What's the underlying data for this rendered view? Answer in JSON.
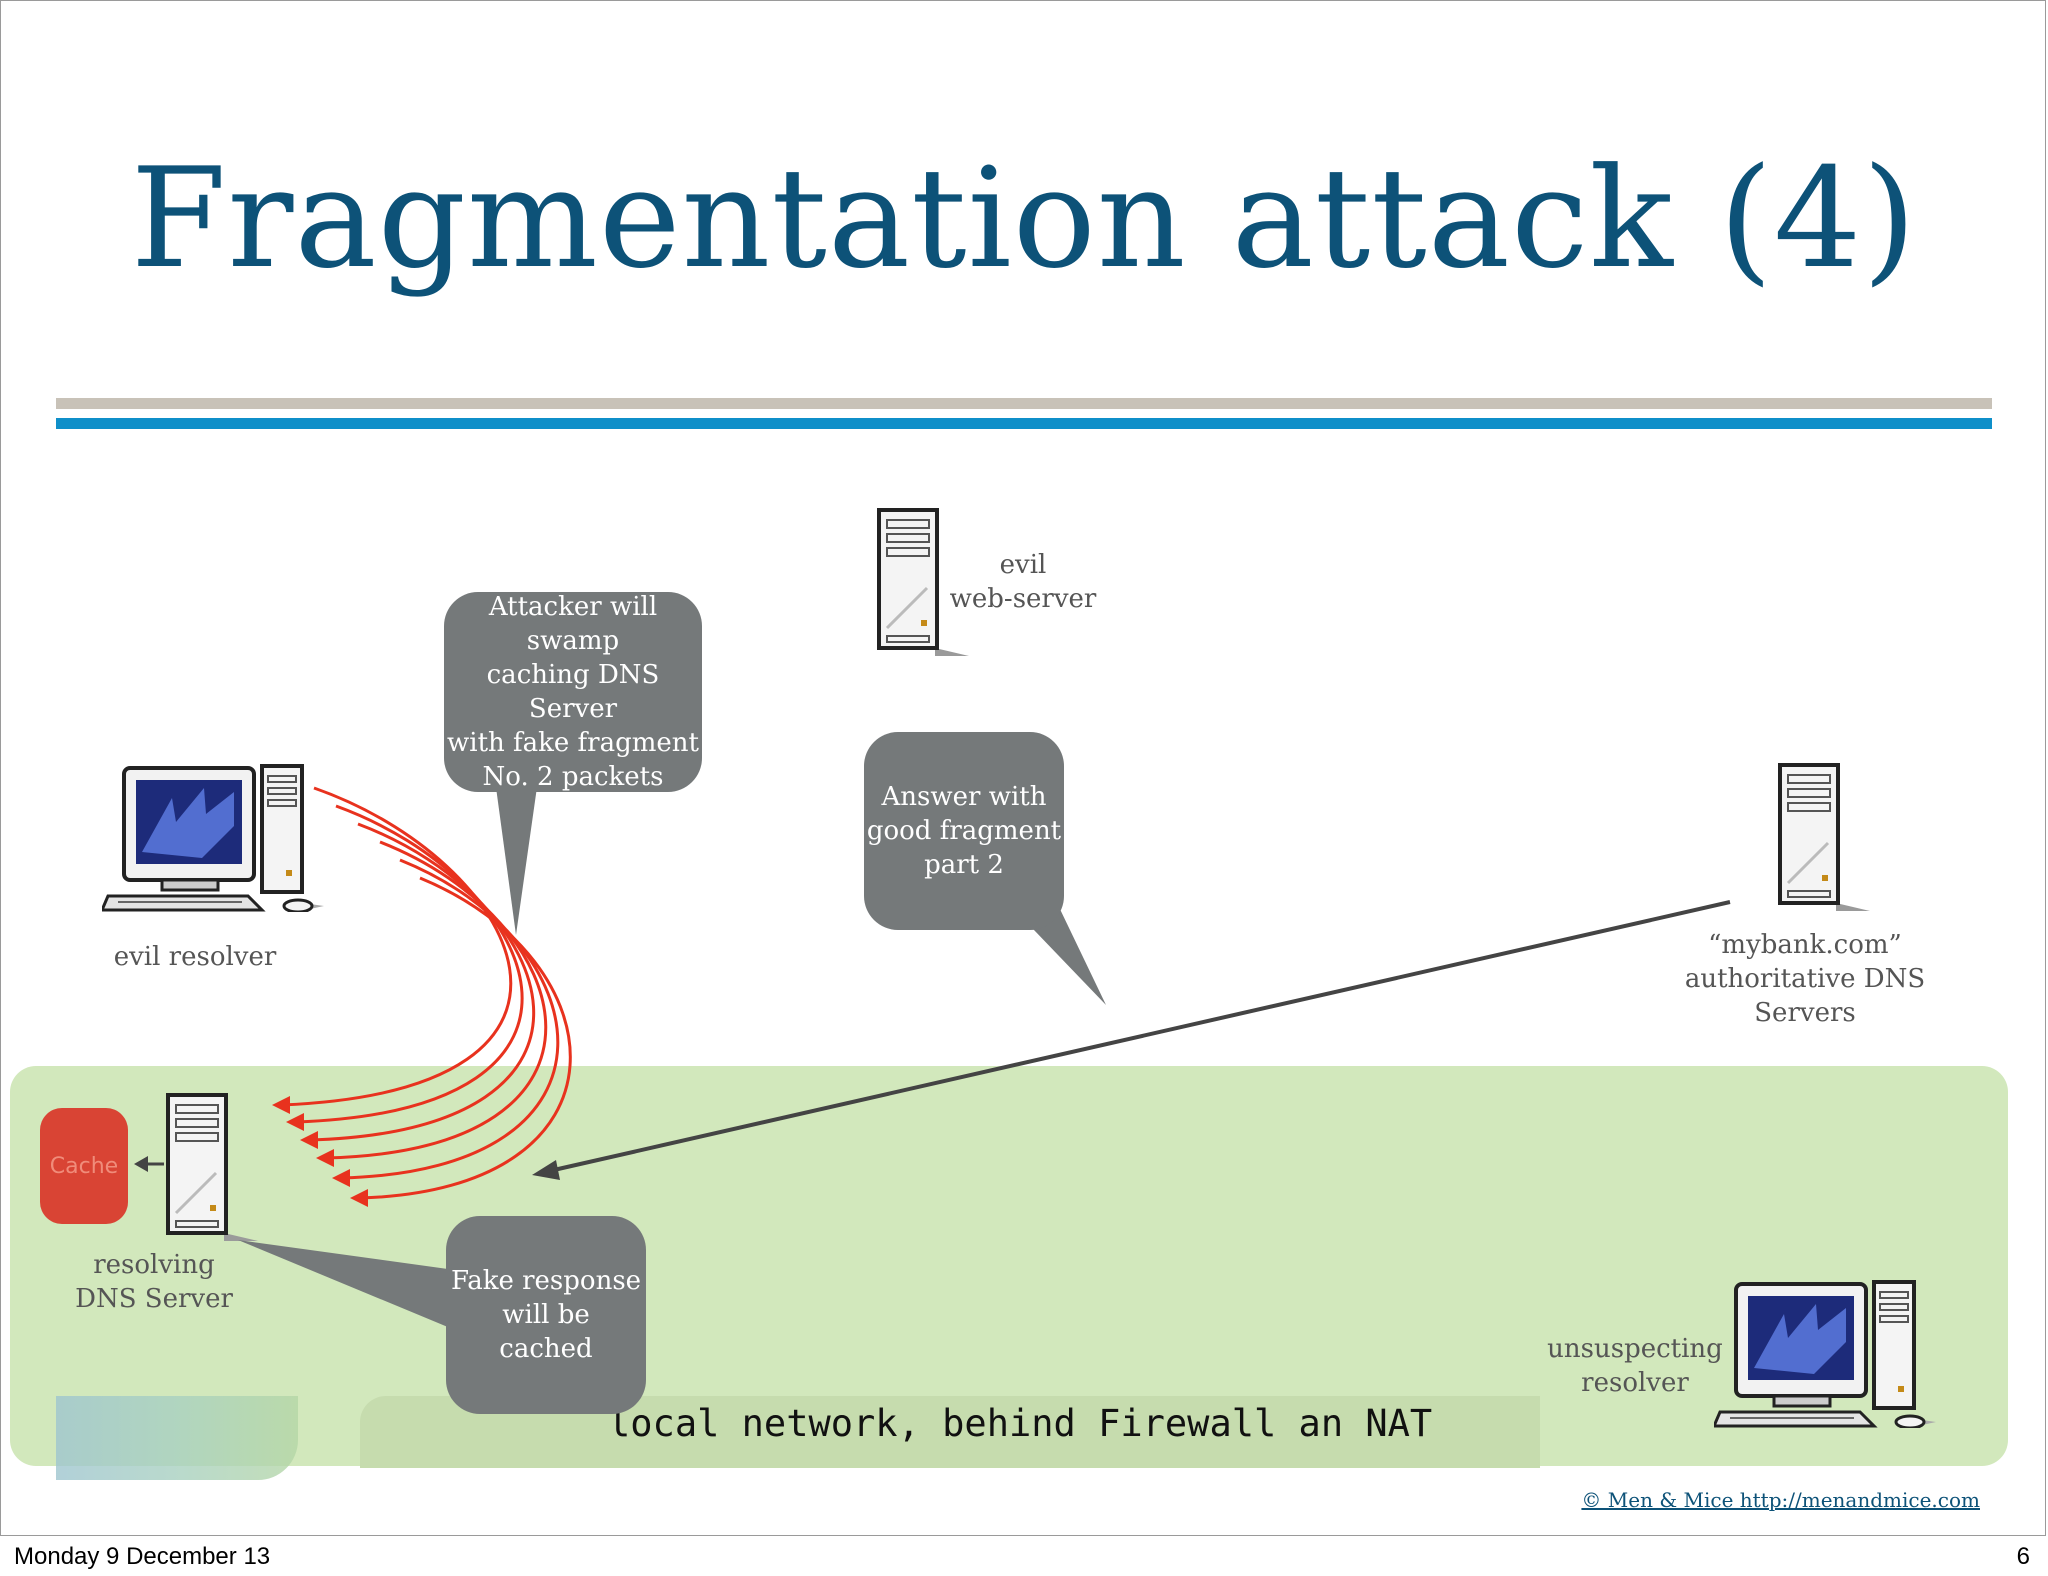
{
  "slide": {
    "title": "Fragmentation attack (4)",
    "footer_credit": "© Men & Mice  http://menandmice.com"
  },
  "nodes": {
    "evil_web_server": "evil\nweb-server",
    "evil_resolver": "evil resolver",
    "mybank_servers": "“mybank.com”\nauthoritative DNS\nServers",
    "resolving_dns_server": "resolving\nDNS Server",
    "unsuspecting_resolver": "unsuspecting\nresolver",
    "cache": "Cache"
  },
  "bubbles": {
    "attacker": "Attacker will\nswamp\ncaching DNS Server\nwith fake fragment\nNo. 2 packets",
    "answer": "Answer with\ngood fragment\npart 2",
    "fake_response": "Fake response\nwill be\ncached"
  },
  "network": {
    "lan_label": "local network, behind Firewall an NAT"
  },
  "colors": {
    "title": "#0d5278",
    "attack_arrows": "#e8321e",
    "lan_background": "#d2e8bc",
    "bubble": "#75797a",
    "cache": "#d94434"
  },
  "status_bar": {
    "date": "Monday 9 December 13",
    "page_number": "6"
  }
}
